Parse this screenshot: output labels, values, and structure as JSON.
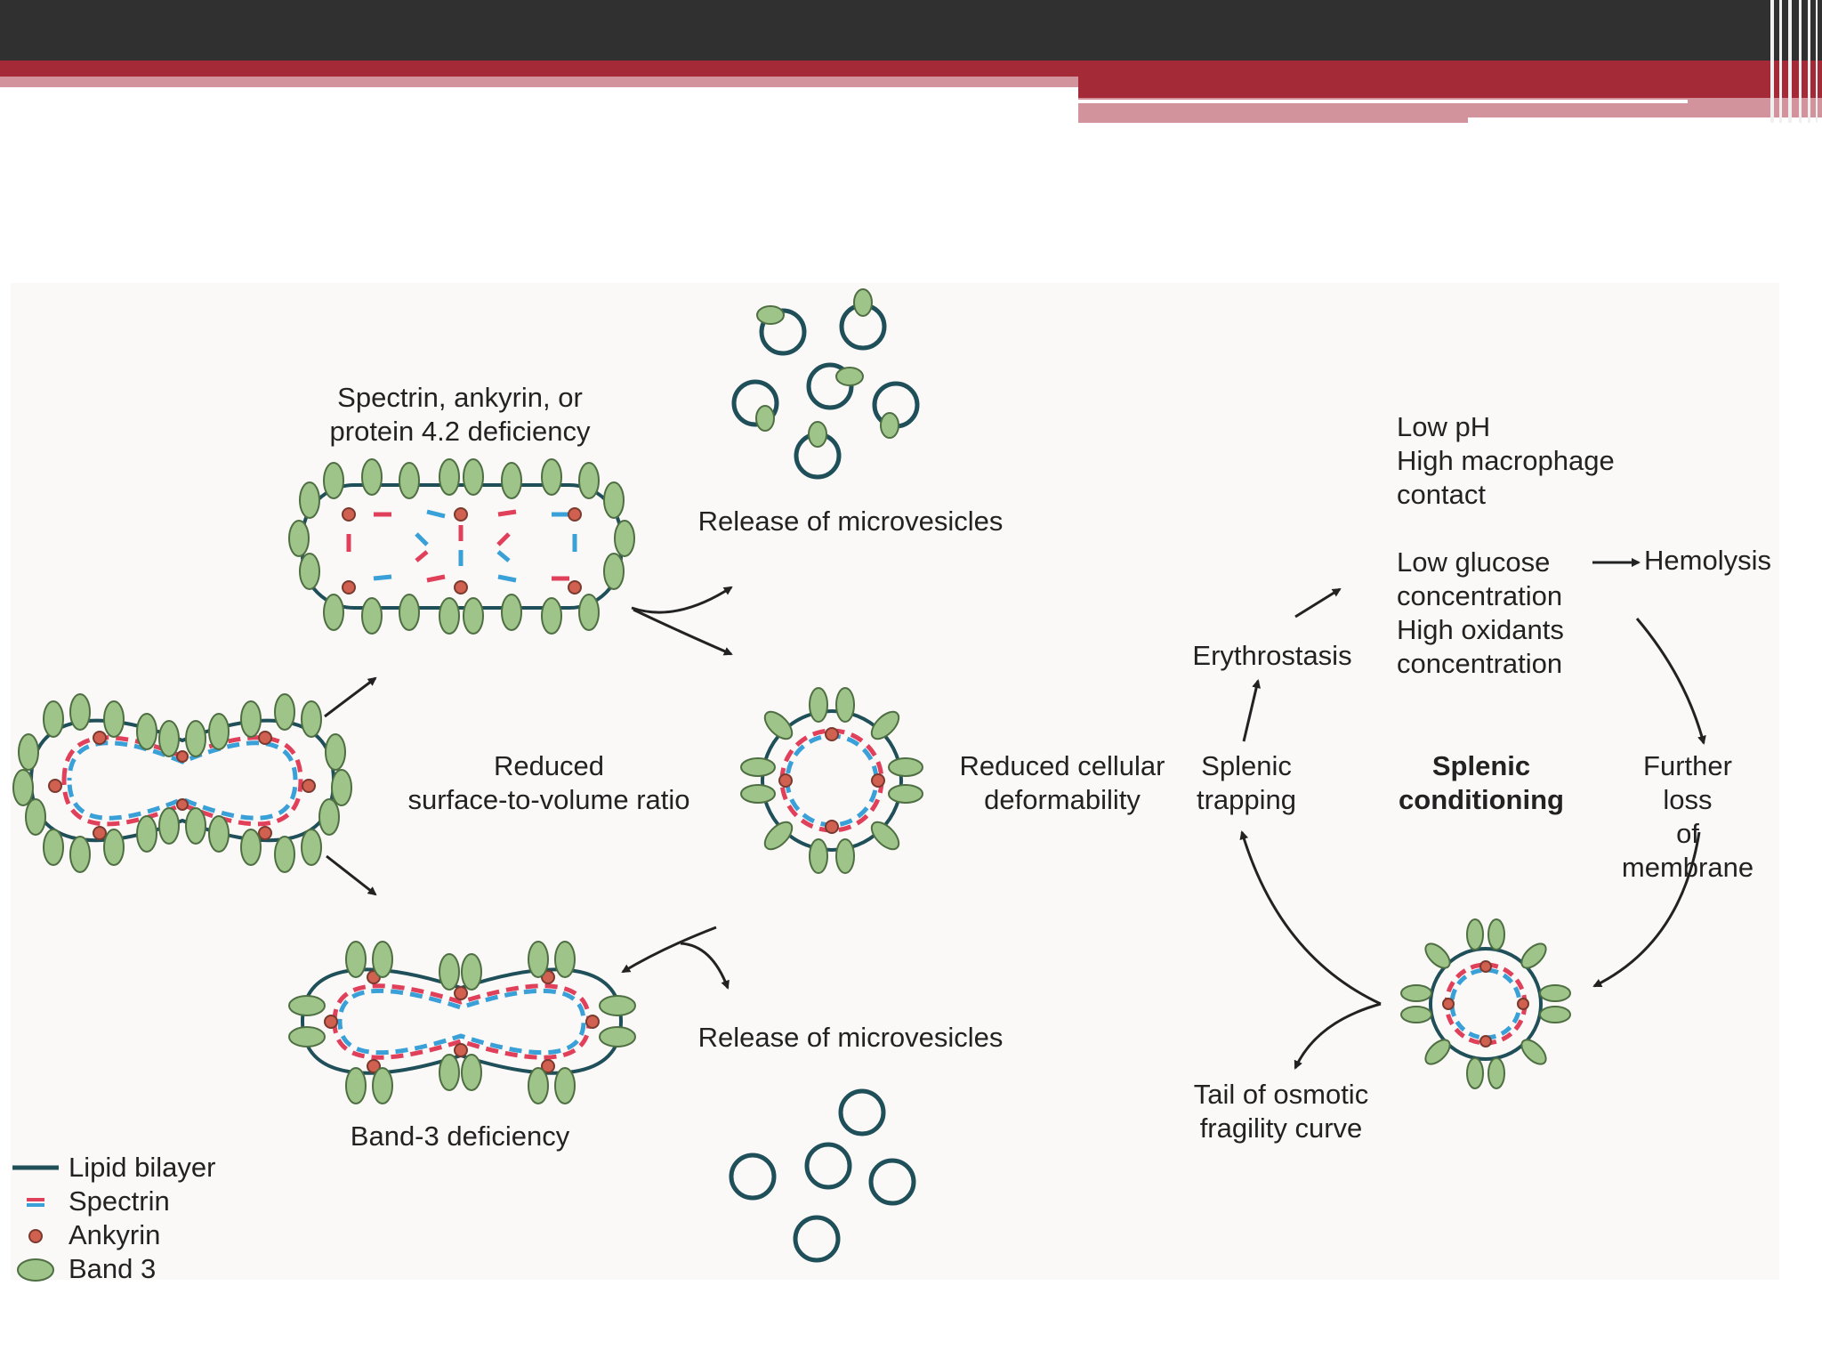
{
  "colors": {
    "header_dark": "#303030",
    "header_red": "#a52a37",
    "header_pink": "#d3939c",
    "lipid_bilayer": "#1f4f58",
    "spectrin_red": "#e0405a",
    "spectrin_blue": "#3aa0d8",
    "ankyrin": "#d0604f",
    "band3_fill": "#9fc48a",
    "band3_stroke": "#4e6f42",
    "arrow": "#222222"
  },
  "labels": {
    "spectrin_deficiency": "Spectrin, ankyrin, or\nprotein 4.2 deficiency",
    "release_top": "Release of microvesicles",
    "release_bottom": "Release of microvesicles",
    "reduced_ratio": "Reduced\nsurface-to-volume ratio",
    "reduced_deformability": "Reduced cellular\ndeformability",
    "band3_deficiency": "Band-3 deficiency",
    "splenic_trapping": "Splenic\ntrapping",
    "erythrostasis": "Erythrostasis",
    "splenic_conditioning": "Splenic\nconditioning",
    "conditions_top": "Low pH\nHigh macrophage\ncontact",
    "conditions_bottom": "Low glucose\nconcentration\nHigh oxidants\nconcentration",
    "hemolysis": "Hemolysis",
    "further_loss": "Further loss\nof membrane",
    "tail_osmotic": "Tail of osmotic\nfragility curve"
  },
  "legend": [
    {
      "label": "Lipid bilayer",
      "icon": "lipid-bilayer-line"
    },
    {
      "label": "Spectrin",
      "icon": "spectrin-dashes"
    },
    {
      "label": "Ankyrin",
      "icon": "ankyrin-dot"
    },
    {
      "label": "Band 3",
      "icon": "band3-ellipse"
    }
  ]
}
